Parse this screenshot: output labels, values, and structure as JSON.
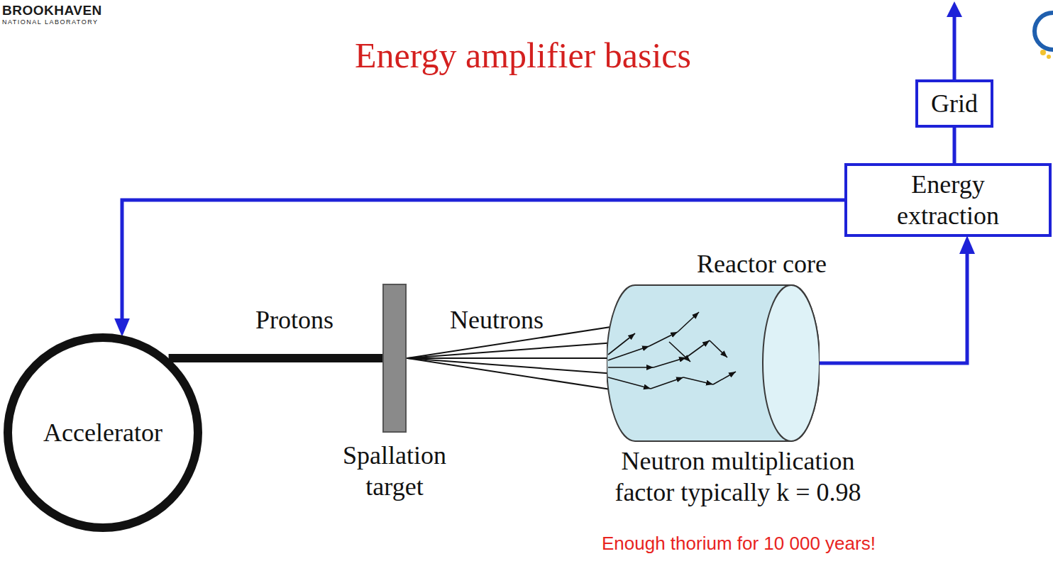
{
  "diagram": {
    "title": "Energy amplifier basics",
    "nodes": [
      {
        "text": [
          "Grid"
        ]
      },
      {
        "text": [
          "Energy extraction"
        ]
      },
      {
        "text": [
          "Reactor core"
        ]
      },
      {
        "text": [
          "Accelerator"
        ]
      },
      {
        "text": [
          "Spallation target"
        ]
      }
    ],
    "edges": [
      {
        "from": 1,
        "to": 0,
        "arrow": "none"
      },
      {
        "from": 2,
        "to": 1,
        "arrow": "to"
      },
      {
        "from": 1,
        "to": 3,
        "arrow": "to"
      },
      {
        "from": 3,
        "to": 4,
        "arrow": "none",
        "label": "Protons"
      },
      {
        "from": 4,
        "to": 2,
        "arrow": "none",
        "label": "Neutrons"
      }
    ],
    "labels": [
      "BROOKHAVEN",
      "NATIONAL LABORATORY",
      "Neutron multiplication factor typically k = 0.98",
      "Enough thorium for 10 000 years!"
    ]
  }
}
